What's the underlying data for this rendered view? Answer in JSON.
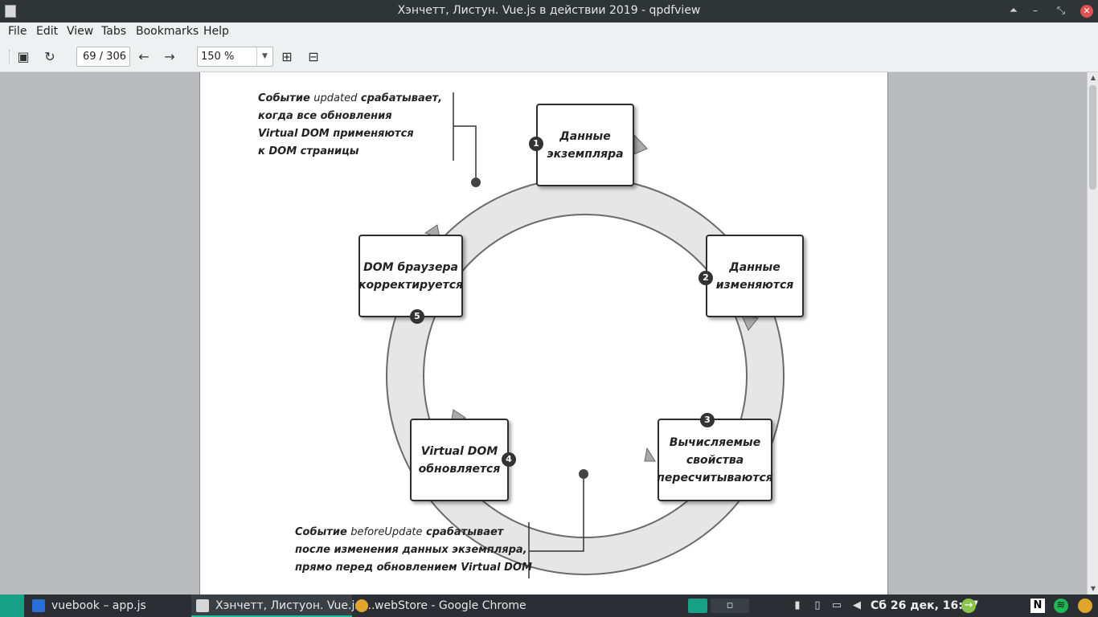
{
  "window": {
    "title": "Хэнчетт, Листун. Vue.js в действии 2019 - qpdfview"
  },
  "menu": [
    "File",
    "Edit",
    "View",
    "Tabs",
    "Bookmarks",
    "Help"
  ],
  "toolbar": {
    "page_value": "69 / 306",
    "zoom_value": "150 %"
  },
  "diagram": {
    "boxes": [
      {
        "num": "1",
        "line1": "Данные",
        "line2": "экземпляра",
        "line3": ""
      },
      {
        "num": "2",
        "line1": "Данные",
        "line2": "изменяются",
        "line3": ""
      },
      {
        "num": "3",
        "line1": "Вычисляемые",
        "line2": "свойства",
        "line3": "пересчитываются"
      },
      {
        "num": "4",
        "line1": "Virtual DOM",
        "line2": "обновляется",
        "line3": ""
      },
      {
        "num": "5",
        "line1": "DOM браузера",
        "line2": "корректируется",
        "line3": ""
      }
    ],
    "annotation_top": {
      "l1a": "Событие ",
      "l1kw": "updated",
      "l1b": " срабатывает,",
      "l2": "когда все обновления",
      "l3": "Virtual DOM применяются",
      "l4": "к DOM страницы"
    },
    "annotation_bottom": {
      "l1a": "Событие ",
      "l1kw": "beforeUpdate",
      "l1b": " срабатывает",
      "l2": "после изменения данных экземпляра,",
      "l3": "прямо перед обновлением Virtual DOM"
    }
  },
  "taskbar": {
    "items": [
      {
        "label": "vuebook – app.js"
      },
      {
        "label": "Хэнчетт, Листуон. Vue.js ..."
      },
      {
        "label": "webStore - Google Chrome"
      }
    ],
    "clock": "Сб 26 дек, 16:27"
  }
}
